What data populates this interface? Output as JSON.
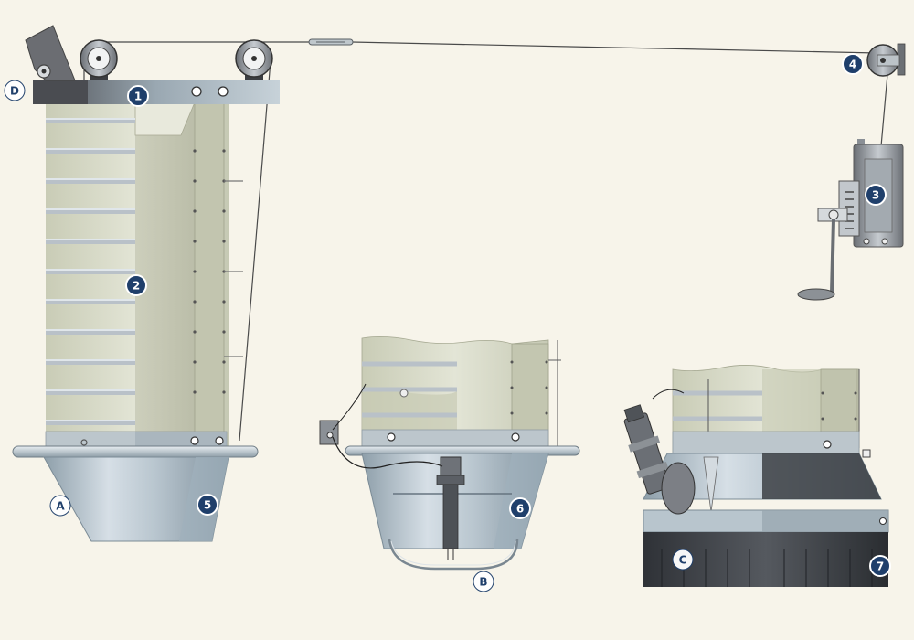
{
  "callouts": {
    "c1": "1",
    "c2": "2",
    "c3": "3",
    "c4": "4",
    "c5": "5",
    "c6": "6",
    "c7": "7",
    "cA": "A",
    "cB": "B",
    "cC": "C",
    "cD": "D"
  },
  "colors": {
    "background": "#f7f4ea",
    "callout_dark": "#1f3f6b",
    "callout_light": "#ffffff",
    "bag": "#d9dcc8",
    "hopper": "#b3c1cc",
    "frame": "#55575c",
    "base": "#3b3e43"
  }
}
